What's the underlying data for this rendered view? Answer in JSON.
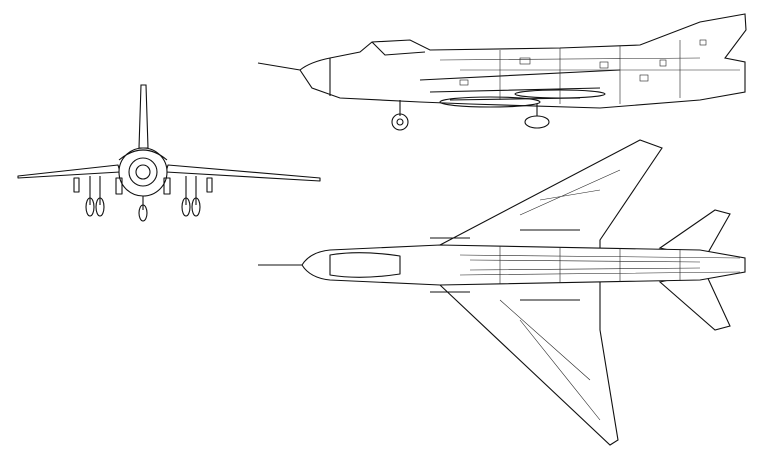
{
  "colors": {
    "background": "#ffffff",
    "line": "#111111"
  },
  "views": [
    "front-view",
    "side-view",
    "top-view"
  ]
}
